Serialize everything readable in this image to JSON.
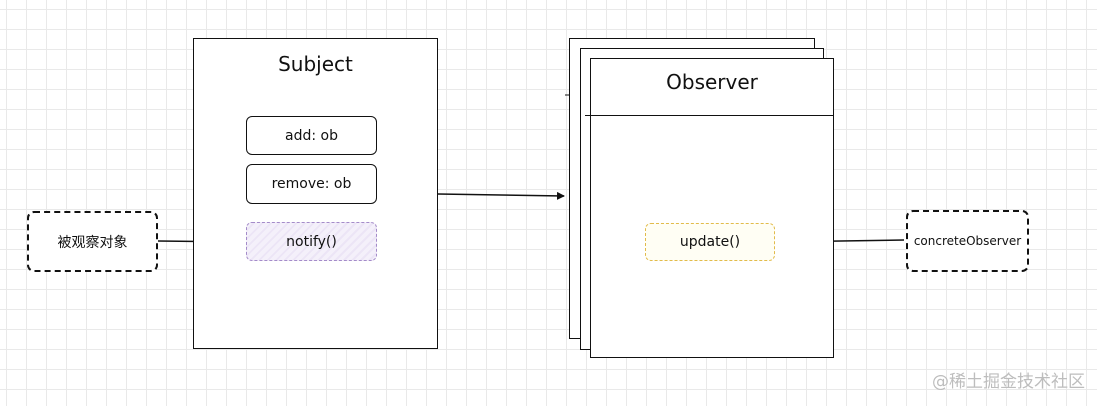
{
  "diagram": {
    "subject": {
      "title": "Subject",
      "methods": {
        "add": "add: ob",
        "remove": "remove: ob",
        "notify": "notify()"
      }
    },
    "observer": {
      "title": "Observer",
      "method": "update()"
    },
    "observed_object": "被观察对象",
    "concrete_observer": "concreteObserver"
  },
  "watermark": "@稀土掘金技术社区",
  "colors": {
    "stroke": "#111111",
    "grid": "#e9e9e9",
    "notify_border": "#a48bc9",
    "update_border": "#e2bb4a"
  }
}
